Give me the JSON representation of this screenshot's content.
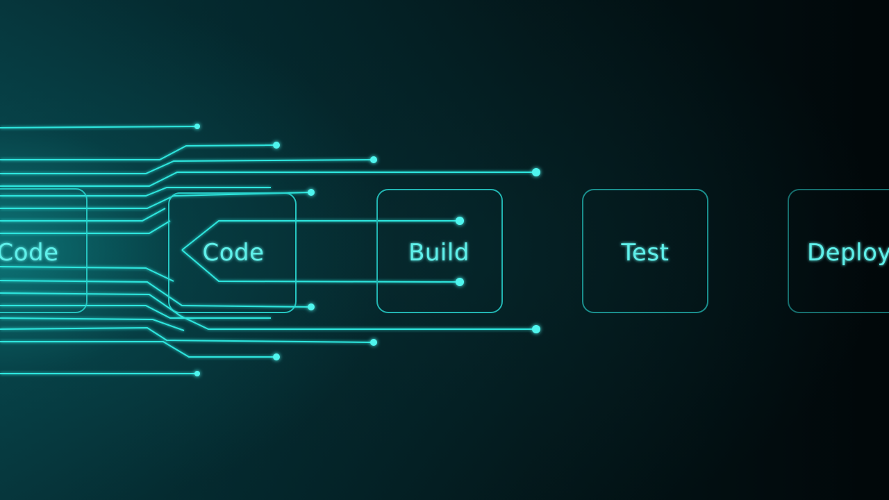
{
  "diagram": {
    "stages": [
      {
        "id": "code-partial",
        "label": "Code"
      },
      {
        "id": "code",
        "label": "Code"
      },
      {
        "id": "build",
        "label": "Build"
      },
      {
        "id": "test",
        "label": "Test"
      },
      {
        "id": "deploy",
        "label": "Deploy"
      }
    ]
  },
  "colors": {
    "line": "#2ee6de",
    "glow": "#19b8b4",
    "text": "#5ff0ea",
    "box_stroke": "#1f8f90"
  }
}
